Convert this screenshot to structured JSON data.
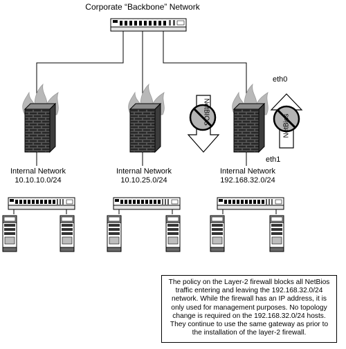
{
  "diagram": {
    "title": "Corporate “Backbone” Network",
    "networks": [
      {
        "label": "Internal Network",
        "subnet": "10.10.10.0/24"
      },
      {
        "label": "Internal Network",
        "subnet": "10.10.25.0/24"
      },
      {
        "label": "Internal Network",
        "subnet": "192.168.32.0/24"
      }
    ],
    "interfaces": {
      "outer": "eth0",
      "inner": "eth1"
    },
    "blocked_traffic": {
      "inbound_label": "NetBIOS",
      "outbound_label": "NetBios"
    },
    "note": "The policy on the Layer-2 firewall blocks all NetBios traffic entering and leaving the 192.168.32.0/24 network. While the firewall has an IP address, it is only used for management purposes. No topology change is required on the 192.168.32.0/24 hosts. They continue to use the same gateway as prior to the installation of the layer-2 firewall."
  }
}
